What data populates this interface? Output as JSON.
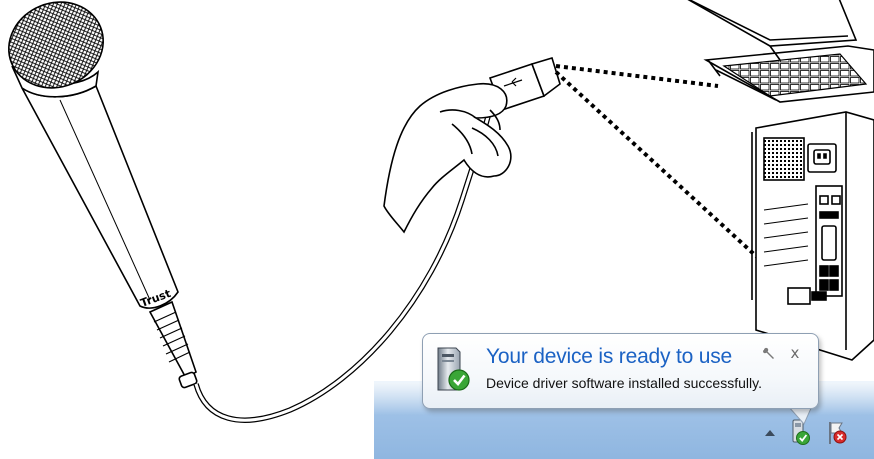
{
  "illustration": {
    "microphone_brand": "Trust"
  },
  "notification": {
    "title": "Your device is ready to use",
    "message": "Device driver software installed successfully.",
    "close_glyph": "x",
    "icon": "device-installed-icon",
    "title_color": "#1b62c4"
  },
  "tray": {
    "chevron_glyph": "▲",
    "icons": [
      "show-hidden-icons-chevron",
      "device-installed-icon",
      "action-center-flag-icon"
    ]
  },
  "colors": {
    "taskbar": "#9dc0e6",
    "checkmark": "#3aa637",
    "error_badge": "#d92b2b"
  }
}
